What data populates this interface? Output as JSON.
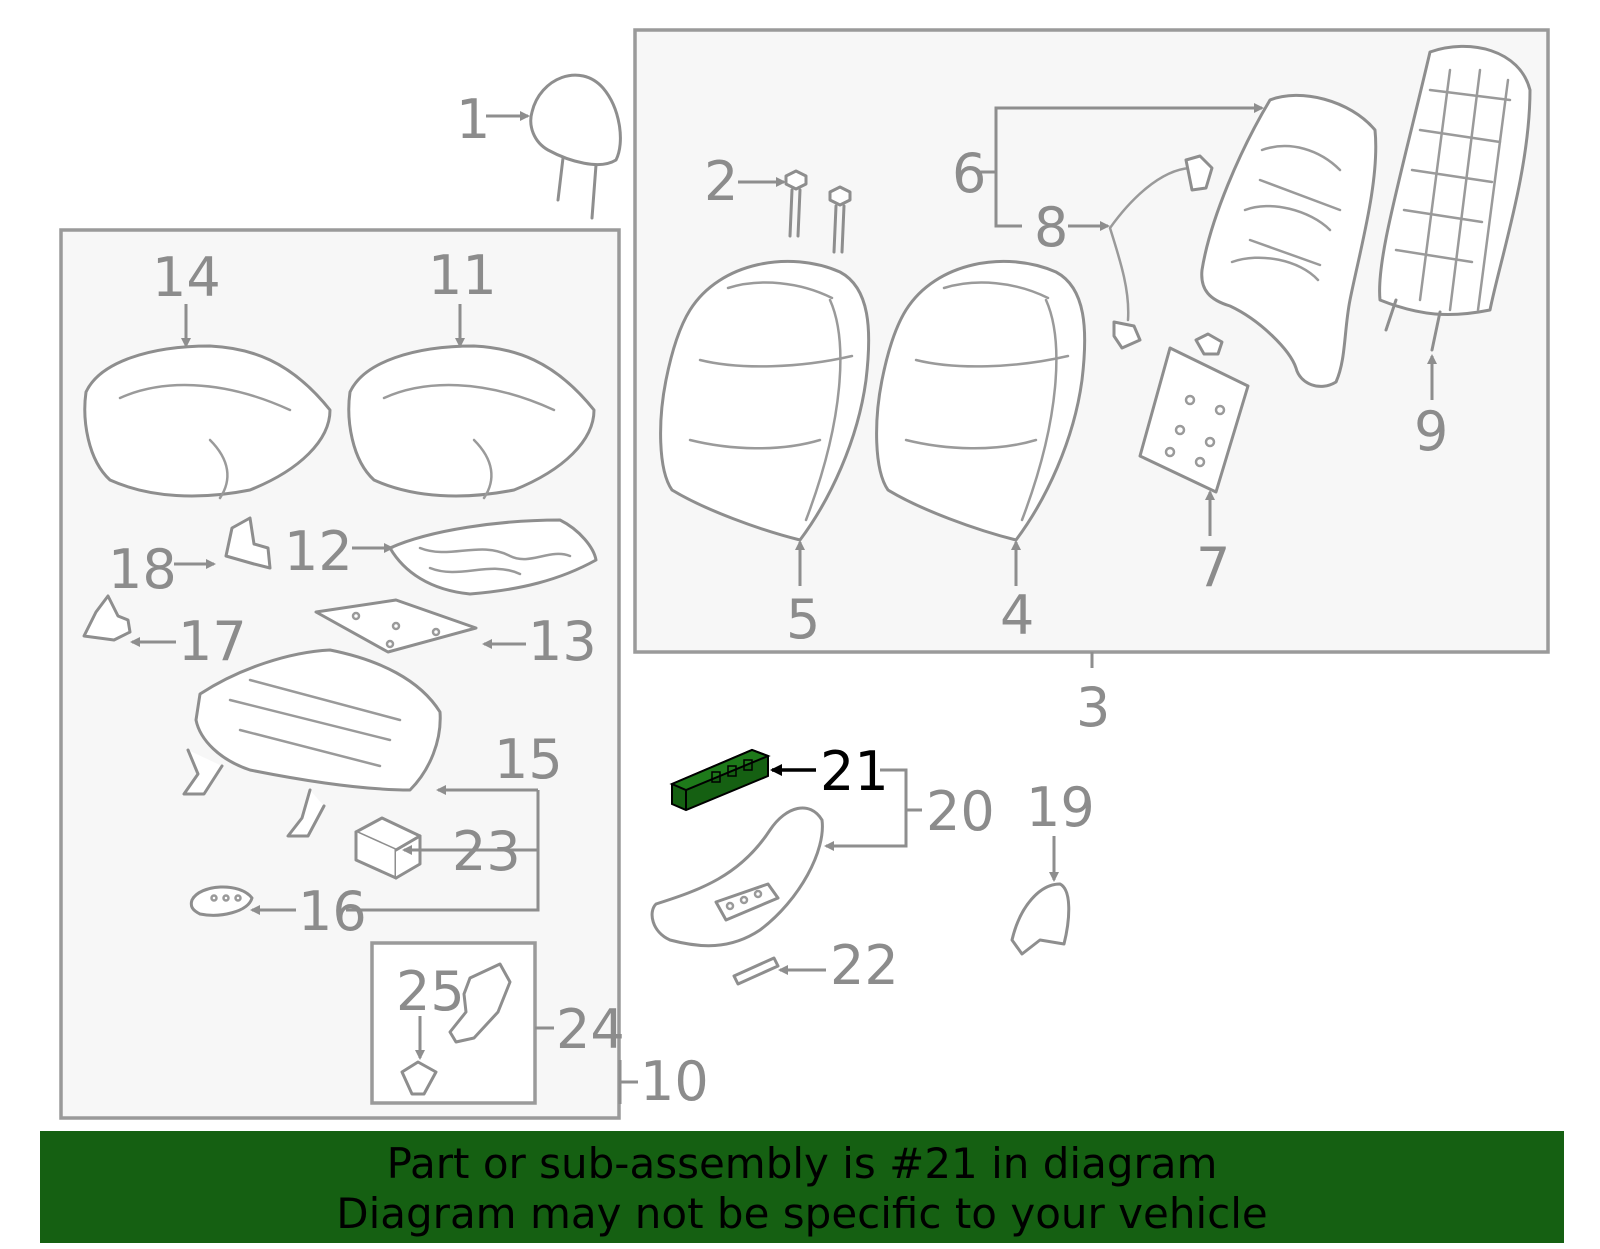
{
  "diagram": {
    "callouts": {
      "c1": "1",
      "c2": "2",
      "c3": "3",
      "c4": "4",
      "c5": "5",
      "c6": "6",
      "c7": "7",
      "c8": "8",
      "c9": "9",
      "c10": "10",
      "c11": "11",
      "c12": "12",
      "c13": "13",
      "c14": "14",
      "c15": "15",
      "c16": "16",
      "c17": "17",
      "c18": "18",
      "c19": "19",
      "c20": "20",
      "c21": "21",
      "c22": "22",
      "c23": "23",
      "c24": "24",
      "c25": "25"
    },
    "highlighted_part": "21",
    "colors": {
      "highlight": "#156012",
      "line": "#8e8e8e",
      "banner": "#156012"
    }
  },
  "banner": {
    "line1": "Part or sub-assembly is #21 in diagram",
    "line2": "Diagram may not be specific to your vehicle"
  }
}
